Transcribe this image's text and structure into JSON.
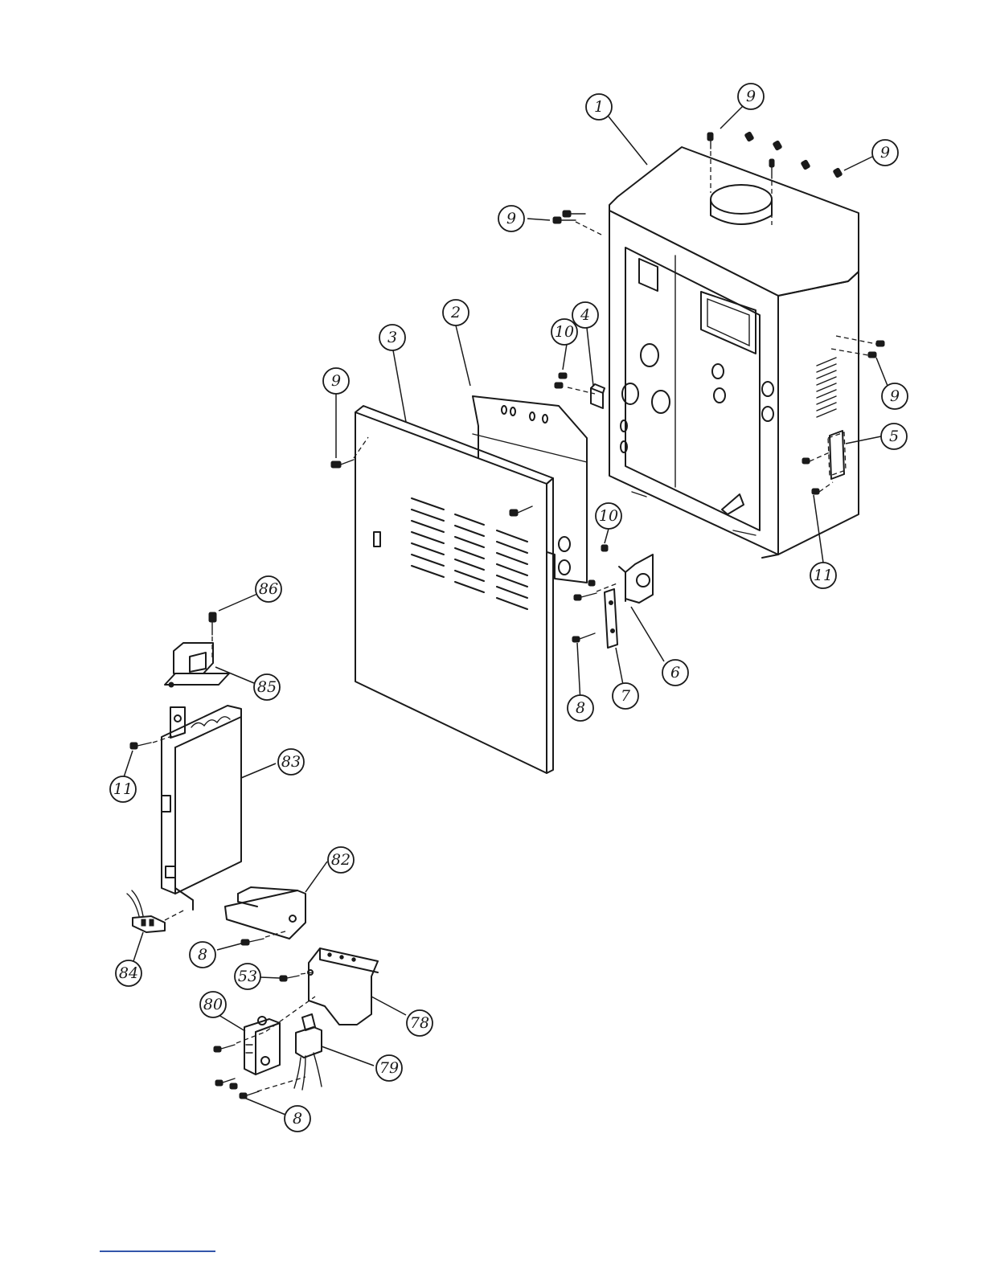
{
  "callouts": [
    {
      "label": "1"
    },
    {
      "label": "9"
    },
    {
      "label": "9"
    },
    {
      "label": "9"
    },
    {
      "label": "2"
    },
    {
      "label": "3"
    },
    {
      "label": "10"
    },
    {
      "label": "4"
    },
    {
      "label": "9"
    },
    {
      "label": "9"
    },
    {
      "label": "5"
    },
    {
      "label": "10"
    },
    {
      "label": "11"
    },
    {
      "label": "86"
    },
    {
      "label": "85"
    },
    {
      "label": "6"
    },
    {
      "label": "7"
    },
    {
      "label": "8"
    },
    {
      "label": "83"
    },
    {
      "label": "11"
    },
    {
      "label": "82"
    },
    {
      "label": "8"
    },
    {
      "label": "84"
    },
    {
      "label": "53"
    },
    {
      "label": "80"
    },
    {
      "label": "78"
    },
    {
      "label": "79"
    },
    {
      "label": "8"
    }
  ]
}
